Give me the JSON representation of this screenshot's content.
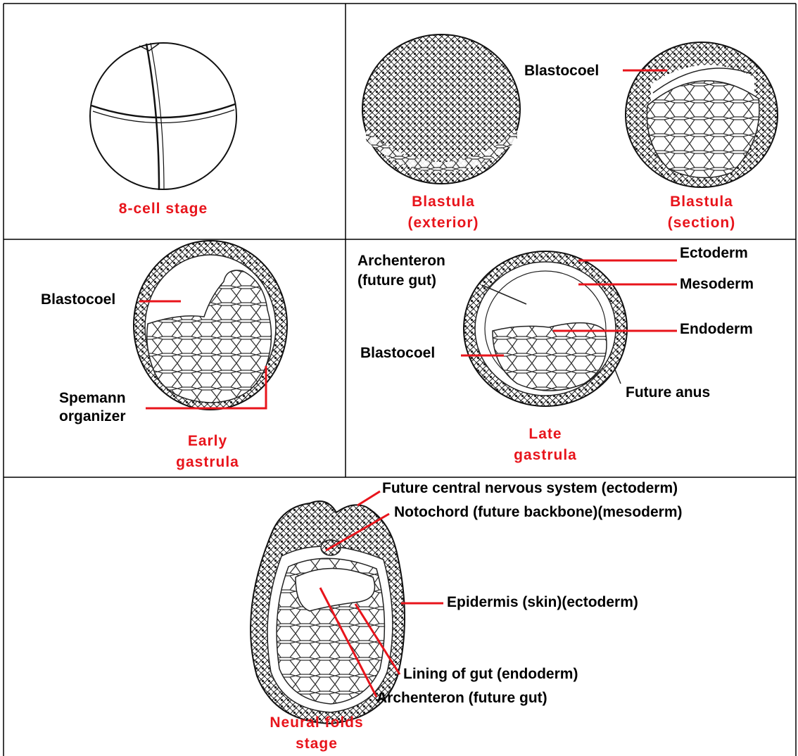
{
  "colors": {
    "caption": "#e8141b",
    "leader": "#e8141b",
    "ink": "#000000",
    "border": "#000000"
  },
  "panels": {
    "eight_cell": {
      "caption": "8-cell stage"
    },
    "blastula_exterior": {
      "caption_line1": "Blastula",
      "caption_line2": "(exterior)"
    },
    "blastula_section": {
      "caption_line1": "Blastula",
      "caption_line2": "(section)",
      "label_blastocoel": "Blastocoel"
    },
    "early_gastrula": {
      "caption_line1": "Early",
      "caption_line2": "gastrula",
      "label_blastocoel": "Blastocoel",
      "label_spemann_1": "Spemann",
      "label_spemann_2": "organizer"
    },
    "late_gastrula": {
      "caption_line1": "Late",
      "caption_line2": "gastrula",
      "label_archenteron_1": "Archenteron",
      "label_archenteron_2": "(future gut)",
      "label_ectoderm": "Ectoderm",
      "label_mesoderm": "Mesoderm",
      "label_endoderm": "Endoderm",
      "label_blastocoel": "Blastocoel",
      "label_anus": "Future anus"
    },
    "neural_folds": {
      "caption_line1": "Neural folds",
      "caption_line2": "stage",
      "label_cns": "Future central nervous system (ectoderm)",
      "label_notochord": "Notochord (future backbone)(mesoderm)",
      "label_epidermis": "Epidermis (skin)(ectoderm)",
      "label_gut_lining": "Lining of gut (endoderm)",
      "label_archenteron": "Archenteron (future gut)"
    }
  }
}
